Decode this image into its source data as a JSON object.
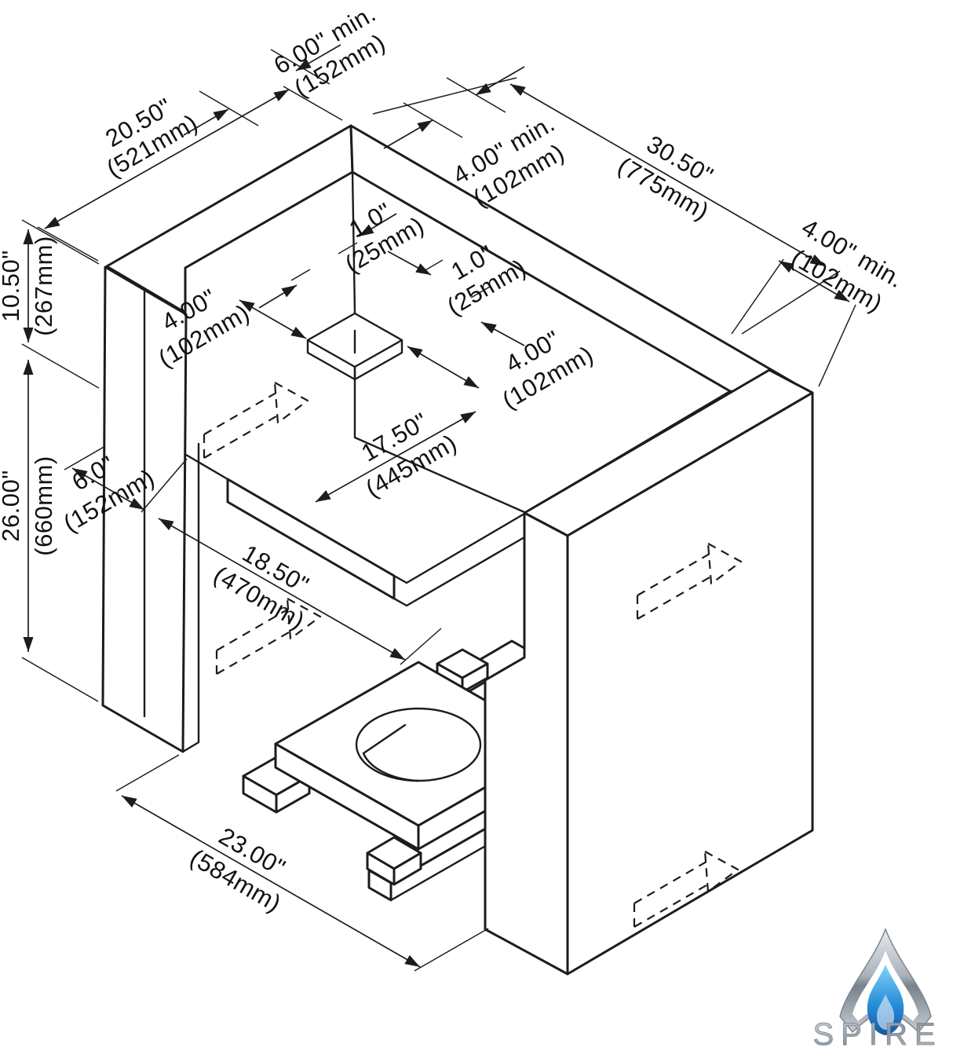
{
  "dimensions": {
    "d600min": {
      "in": "6.00\" min.",
      "mm": "(152mm)"
    },
    "d400min_top": {
      "in": "4.00\" min.",
      "mm": "(102mm)"
    },
    "d3050": {
      "in": "30.50\"",
      "mm": "(775mm)"
    },
    "d400min_right": {
      "in": "4.00\" min.",
      "mm": "(102mm)"
    },
    "d2050": {
      "in": "20.50\"",
      "mm": "(521mm)"
    },
    "d1050": {
      "in": "10.50\"",
      "mm": "(267mm)"
    },
    "d2600": {
      "in": "26.00\"",
      "mm": "(660mm)"
    },
    "d100_a": {
      "in": "1.0\"",
      "mm": "(25mm)"
    },
    "d100_b": {
      "in": "1.0\"",
      "mm": "(25mm)"
    },
    "d400_a": {
      "in": "4.00\"",
      "mm": "(102mm)"
    },
    "d400_b": {
      "in": "4.00\"",
      "mm": "(102mm)"
    },
    "d1750": {
      "in": "17.50\"",
      "mm": "(445mm)"
    },
    "d060": {
      "in": "6.0\"",
      "mm": "(152mm)"
    },
    "d1850": {
      "in": "18.50\"",
      "mm": "(470mm)"
    },
    "d2300": {
      "in": "23.00\"",
      "mm": "(584mm)"
    }
  },
  "logo": {
    "brand": "SPIRE"
  },
  "colors": {
    "line": "#1c1c1c",
    "flame_blue": "#2a8fd8",
    "silver": "#9aa2aa"
  }
}
